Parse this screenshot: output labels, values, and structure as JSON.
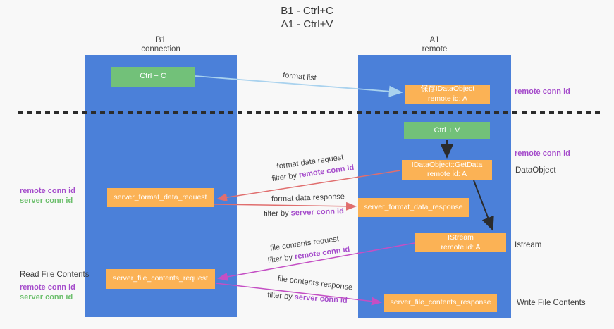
{
  "title": {
    "line1": "B1 - Ctrl+C",
    "line2": "A1 - Ctrl+V"
  },
  "columns": {
    "left": {
      "name": "B1",
      "role": "connection"
    },
    "right": {
      "name": "A1",
      "role": "remote"
    }
  },
  "boxes": {
    "ctrl_c": {
      "label": "Ctrl + C"
    },
    "save_idataobject": {
      "line1": "保存IDataObject",
      "line2": "remote id: A"
    },
    "ctrl_v": {
      "label": "Ctrl + V"
    },
    "getdata": {
      "line1": "IDataObject::GetData",
      "line2": "remote id: A"
    },
    "format_request": {
      "label": "server_format_data_request"
    },
    "format_response": {
      "label": "server_format_data_response"
    },
    "istream": {
      "line1": "IStream",
      "line2": "remote id: A"
    },
    "file_request": {
      "label": "server_file_contents_request"
    },
    "file_response": {
      "label": "server_file_contents_response"
    }
  },
  "arrows": {
    "format_list": "format list",
    "format_data_request": "format data request",
    "format_data_response": "format data response",
    "file_contents_request": "file contents request",
    "file_contents_response": "file contents response",
    "filter_by": "filter by ",
    "remote_conn_id": "remote conn id",
    "server_conn_id": "server conn id"
  },
  "annotations": {
    "remote_conn_id": "remote conn id",
    "server_conn_id": "server conn id",
    "dataobject": "DataObject",
    "istream": "Istream",
    "read_file_contents": "Read File Contents",
    "write_file_contents": "Write File Contents"
  },
  "colors": {
    "column_blue": "#4b80d9",
    "box_green": "#72c179",
    "box_orange": "#fbb255",
    "arrow_blue": "#a9d2ee",
    "arrow_red": "#e06e6e",
    "arrow_magenta": "#c44fc4",
    "arrow_black": "#2b2b2b",
    "label_purple": "#a54ccb",
    "label_green": "#6dbf6d"
  }
}
